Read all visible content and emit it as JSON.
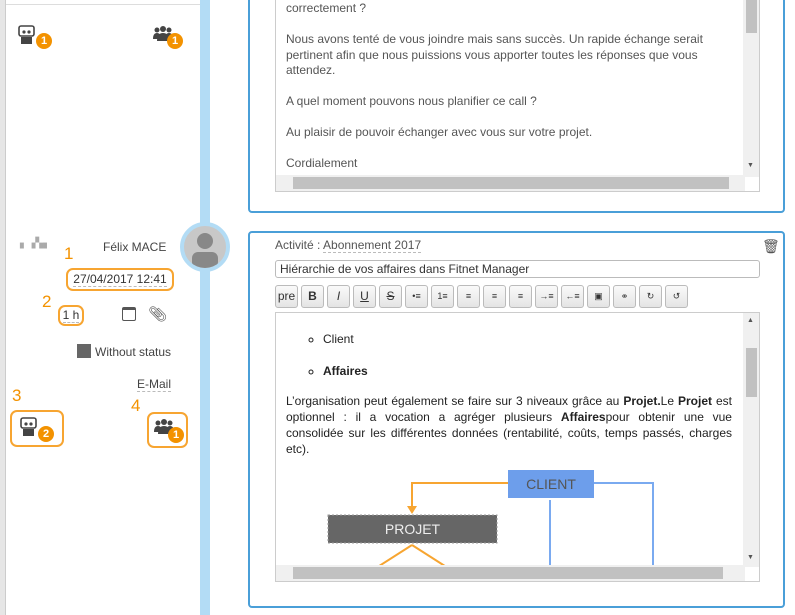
{
  "top_summary": {
    "left_badge": "1",
    "right_badge": "1"
  },
  "top_email": {
    "lines": [
      "correctement ?",
      "",
      "Nous avons tenté de vous joindre mais sans succès. Un rapide échange serait",
      "pertinent afin que nous puissions vous apporter toutes les réponses que vous",
      "attendez.",
      "",
      "A quel moment pouvons nous planifier ce call ?",
      "",
      "Au plaisir de pouvoir échanger avec vous sur votre projet.",
      "",
      "Cordialement"
    ]
  },
  "entry": {
    "author": "Félix MACE",
    "date": "27/04/2017 12:41",
    "duration": "1 h",
    "status": "Without status",
    "status_color": "#666666",
    "type": "E-Mail",
    "contacts_badge": "2",
    "groups_badge": "1",
    "markers": [
      "1",
      "2",
      "3",
      "4"
    ]
  },
  "activity": {
    "label": "Activité :",
    "value": "Abonnement 2017",
    "subject": "Hiérarchie de vos affaires dans Fitnet Manager"
  },
  "toolbar": [
    "pre",
    "B",
    "I",
    "U",
    "S",
    "•≡",
    "1≡",
    "≡",
    "≡",
    "≡",
    "→≡",
    "←≡",
    "▣",
    "⚭",
    "↻",
    "↺"
  ],
  "body": {
    "list": [
      "Client",
      "Affaires"
    ],
    "para": {
      "t1": "L’organisation peut également se faire sur 3 niveaux grâce au ",
      "b1": "Projet.",
      "t2": "Le ",
      "b2": "Projet",
      "t3": " est optionnel : il a vocation a agréger plusieurs ",
      "b3": "Affaires",
      "t4": "pour obtenir une vue consolidée sur les différentes données (rentabilité, coûts, temps passés, charges etc)."
    },
    "diagram": {
      "client": "CLIENT",
      "projet": "PROJET"
    }
  },
  "colors": {
    "accent": "#f39200",
    "timeline": "#b3dcf5",
    "card_border": "#4a9fd8"
  }
}
